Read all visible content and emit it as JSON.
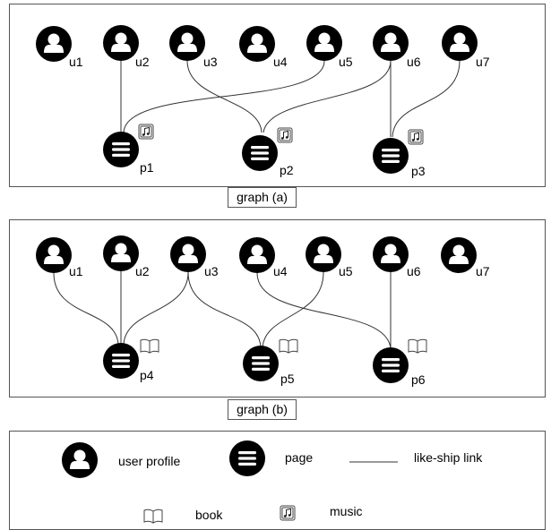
{
  "graph_a": {
    "caption": "graph (a)",
    "users": [
      "u1",
      "u2",
      "u3",
      "u4",
      "u5",
      "u6",
      "u7"
    ],
    "pages": [
      {
        "label": "p1",
        "type": "music"
      },
      {
        "label": "p2",
        "type": "music"
      },
      {
        "label": "p3",
        "type": "music"
      }
    ],
    "links": [
      [
        "u2",
        "p1"
      ],
      [
        "u5",
        "p1"
      ],
      [
        "u3",
        "p2"
      ],
      [
        "u6",
        "p2"
      ],
      [
        "u6",
        "p3"
      ],
      [
        "u7",
        "p3"
      ]
    ]
  },
  "graph_b": {
    "caption": "graph (b)",
    "users": [
      "u1",
      "u2",
      "u3",
      "u4",
      "u5",
      "u6",
      "u7"
    ],
    "pages": [
      {
        "label": "p4",
        "type": "book"
      },
      {
        "label": "p5",
        "type": "book"
      },
      {
        "label": "p6",
        "type": "book"
      }
    ],
    "links": [
      [
        "u1",
        "p4"
      ],
      [
        "u2",
        "p4"
      ],
      [
        "u3",
        "p4"
      ],
      [
        "u3",
        "p5"
      ],
      [
        "u5",
        "p5"
      ],
      [
        "u4",
        "p6"
      ],
      [
        "u6",
        "p6"
      ]
    ]
  },
  "legend": {
    "user_profile": "user profile",
    "page": "page",
    "link": "like-ship link",
    "book": "book",
    "music": "music"
  },
  "colors": {
    "node": "#000000",
    "line": "#333333",
    "border": "#555555"
  },
  "icons": {
    "user": "person-silhouette-icon",
    "page": "hamburger-lines-icon",
    "book": "open-book-icon",
    "music": "music-note-icon"
  }
}
